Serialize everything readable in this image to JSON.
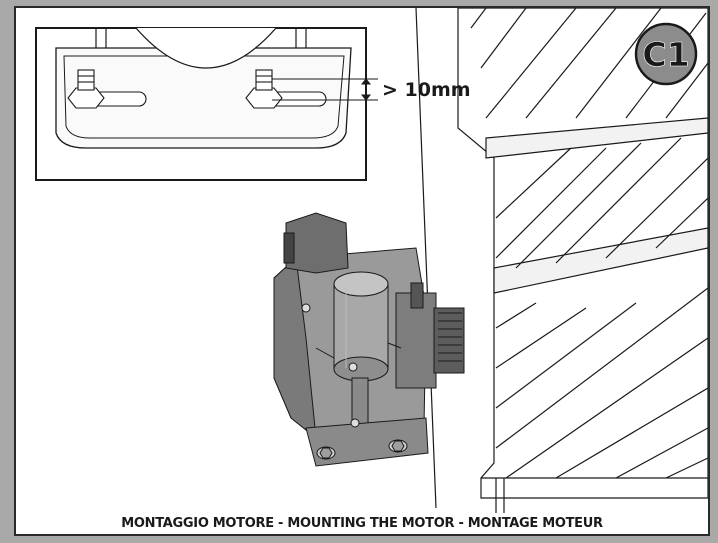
{
  "figure": {
    "badge_label": "C1",
    "measurement_label": "> 10mm",
    "caption": "MONTAGGIO MOTORE - MOUNTING THE MOTOR - MONTAGE MOTEUR"
  },
  "colors": {
    "background": "#a9a9a9",
    "panel": "#ffffff",
    "badge_fill": "#8c8c8c",
    "motor_body": "#9a9a9a",
    "motor_dark": "#555555",
    "line": "#1a1a1a"
  }
}
